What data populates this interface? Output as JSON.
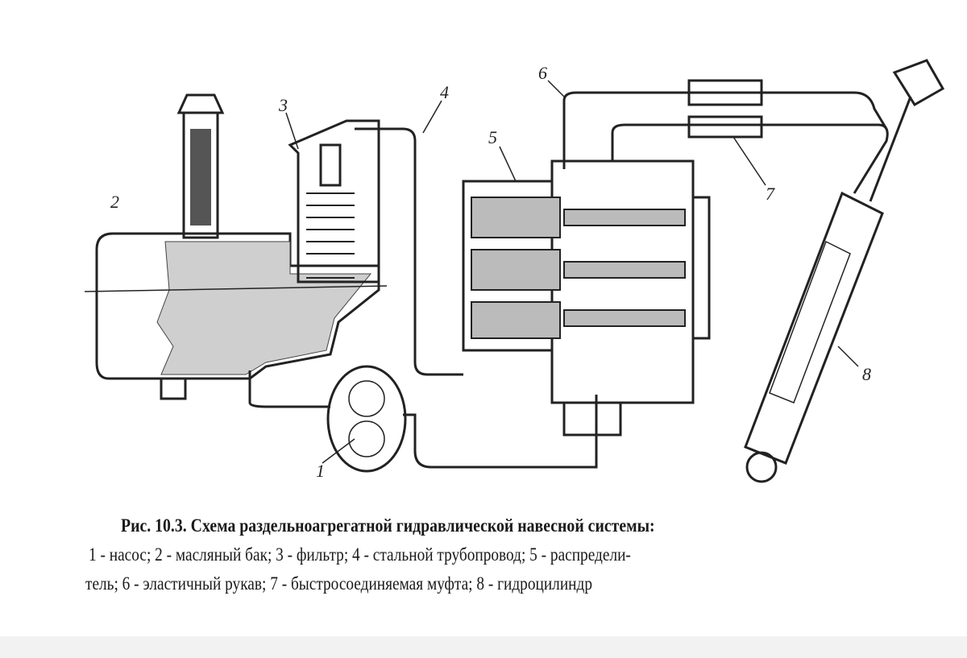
{
  "figure": {
    "labels": [
      "1",
      "2",
      "3",
      "4",
      "5",
      "6",
      "7",
      "8"
    ],
    "caption": {
      "title": "Рис. 10.3. Схема раздельноагрегатной гидравлической навесной системы:",
      "line2": "1 - насос;  2 - масляный бак;  3 - фильтр; 4 - стальной трубопровод;  5 - распредели-",
      "line3": "тель; 6 - эластичный рукав; 7 - быстросоединяемая муфта; 8 -  гидроцилиндр"
    }
  }
}
